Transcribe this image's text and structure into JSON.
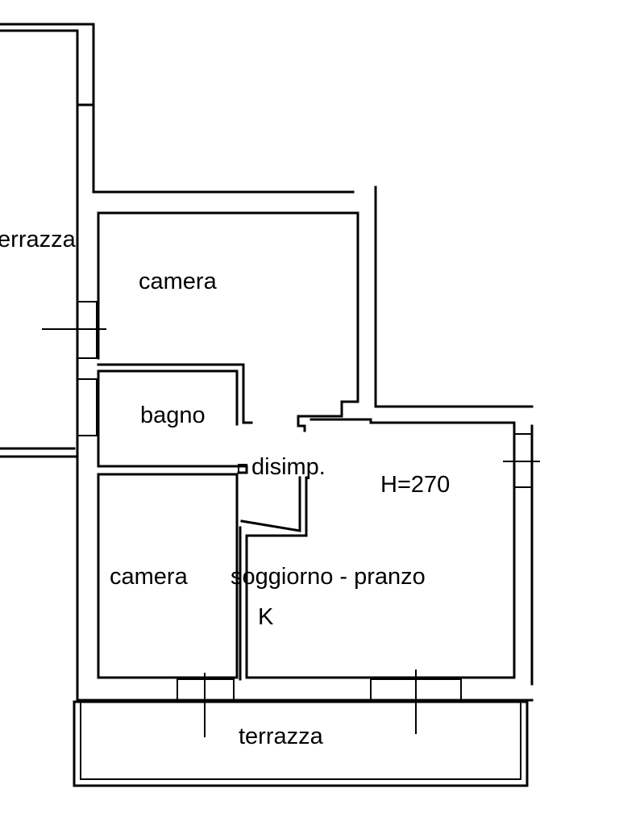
{
  "plan": {
    "rooms": {
      "terrace_left": "terrazza",
      "bedroom_top": "camera",
      "bathroom": "bagno",
      "hallway": "disimp.",
      "bedroom_bottom": "camera",
      "living_dining": "soggiorno - pranzo",
      "terrace_bottom": "terrazza"
    },
    "ceiling_height": "H=270",
    "kitchen_marker": "K"
  }
}
